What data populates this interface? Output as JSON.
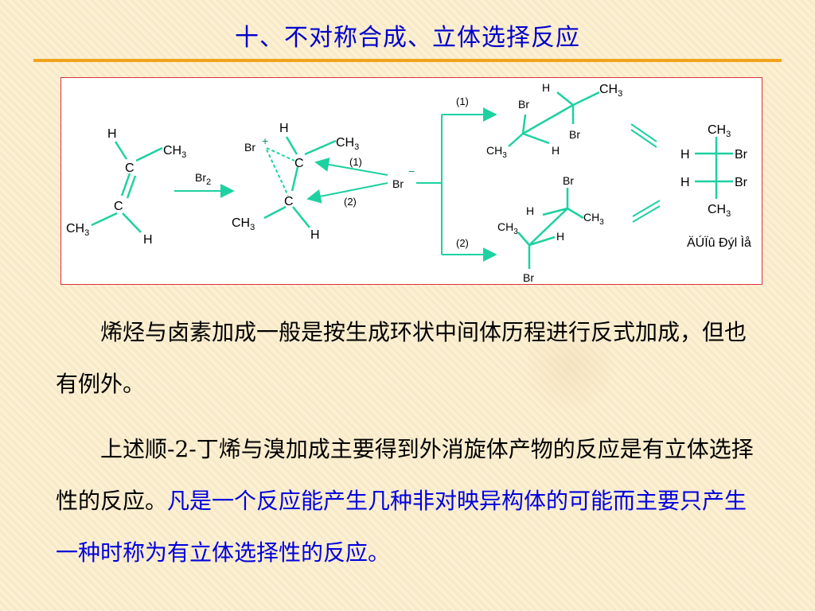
{
  "slide": {
    "title": "十、不对称合成、立体选择反应"
  },
  "diagram": {
    "reactant": {
      "top_h": "H",
      "top_ch3": "CH",
      "c1": "C",
      "c2": "C",
      "bottom_ch3": "CH",
      "bottom_h": "H"
    },
    "reagent": {
      "br": "Br",
      "subscript": "2"
    },
    "intermediate": {
      "h_top": "H",
      "ch3_top": "CH",
      "br": "Br",
      "charge": "+",
      "c1": "C",
      "c2": "C",
      "ch3_bottom": "CH",
      "h_bottom": "H",
      "path1": "(1)",
      "path2": "(2)"
    },
    "bromide": {
      "br": "Br",
      "charge": "−"
    },
    "product1": {
      "label": "(1)",
      "h_top": "H",
      "ch3_top": "CH",
      "br_left": "Br",
      "br_right": "Br",
      "ch3_left": "CH",
      "h_bottom": "H"
    },
    "product2": {
      "label": "(2)",
      "br_top": "Br",
      "h_left": "H",
      "ch3_right": "CH",
      "ch3_left": "CH",
      "h_right": "H",
      "br_bottom": "Br"
    },
    "equals_sign": "=",
    "fischer": {
      "ch3_top": "CH",
      "h_row1": "H",
      "br_row1": "Br",
      "h_row2": "H",
      "br_row2": "Br",
      "ch3_bottom": "CH",
      "caption": "ÄÚÏû Ðýl Ìå"
    },
    "subscript_3": "3"
  },
  "paragraphs": {
    "p1": "烯烃与卤素加成一般是按生成环状中间体历程进行反式加成，但也有例外。",
    "p2_black": "上述顺-2-丁烯与溴加成主要得到外消旋体产物的反应是有立体选择性的反应。",
    "p2_blue": "凡是一个反应能产生几种非对映异构体的可能而主要只产生一种时称为有立体选择性的反应。"
  },
  "colors": {
    "title": "#0000cc",
    "accent_rule": "#f2a31a",
    "bond": "#1dd1a1",
    "arrow": "#1dd1a1",
    "frame_border": "#e0303a",
    "blue_text": "#0000dd"
  }
}
